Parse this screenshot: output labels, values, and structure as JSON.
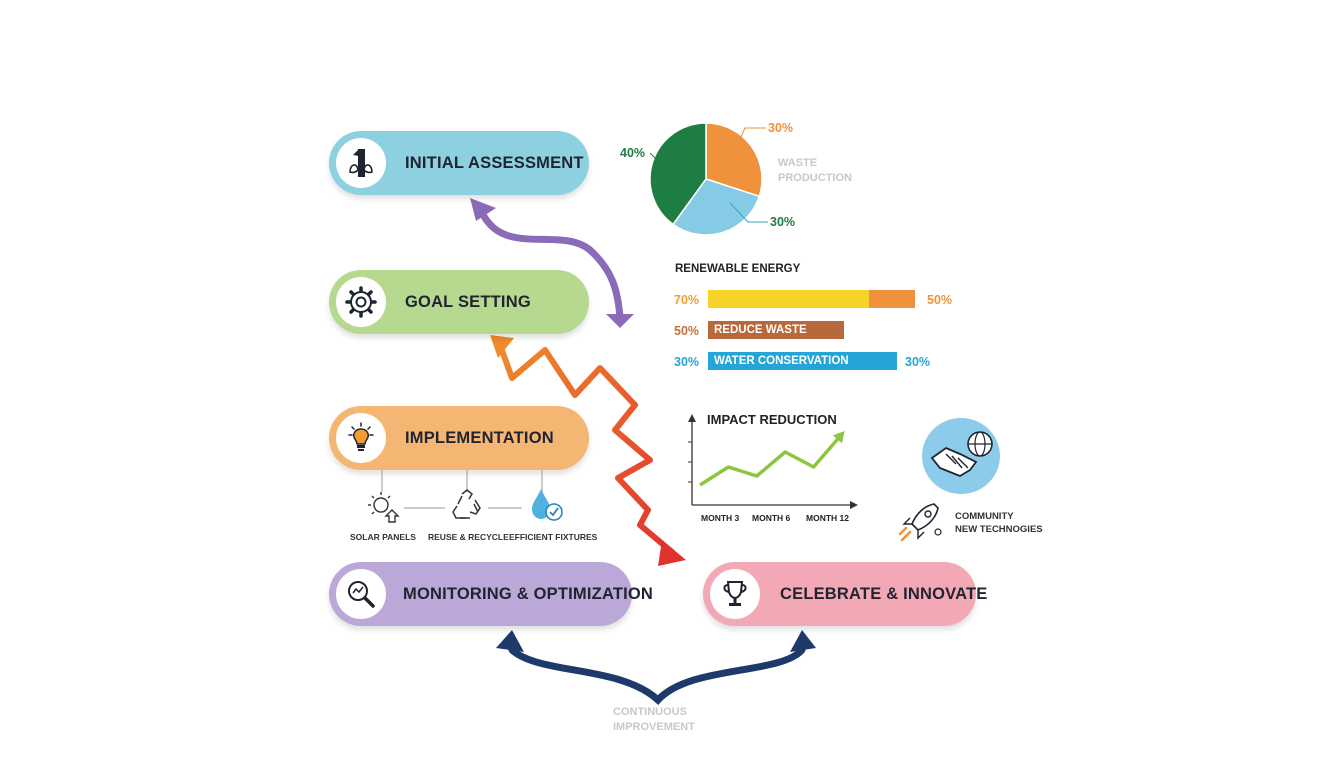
{
  "steps": [
    {
      "label": "INITIAL ASSESSMENT",
      "icon": "number-one-leaf-icon",
      "color": "#8dd0df"
    },
    {
      "label": "GOAL SETTING",
      "icon": "gear-icon",
      "color": "#b6d98f"
    },
    {
      "label": "IMPLEMENTATION",
      "icon": "lightbulb-icon",
      "color": "#f6b673"
    },
    {
      "label": "MONITORING & OPTIMIZATION",
      "icon": "magnifier-chart-icon",
      "color": "#bba8d9"
    },
    {
      "label": "CELEBRATE & INNOVATE",
      "icon": "trophy-icon",
      "color": "#f3a9b5"
    }
  ],
  "implementation_items": [
    {
      "label": "SOLAR PANELS",
      "icon": "sun-upload-icon"
    },
    {
      "label": "REUSE & RECYCLE",
      "icon": "recycle-icon"
    },
    {
      "label": "EFFICIENT FIXTURES",
      "icon": "water-drop-check-icon"
    }
  ],
  "pie": {
    "slices": [
      {
        "value": 30,
        "label": "30%",
        "color": "#f0913b"
      },
      {
        "value": 30,
        "label": "30%",
        "color": "#86cbe6"
      },
      {
        "value": 40,
        "label": "40%",
        "color": "#1e7d43"
      }
    ],
    "caption_line1": "WASTE",
    "caption_line2": "PRODUCTION"
  },
  "bars": {
    "title": "RENEWABLE ENERGY",
    "rows": [
      {
        "left_label": "70%",
        "text": "",
        "right_label": "50%",
        "segments": [
          {
            "value": 70,
            "color": "#f5d327"
          },
          {
            "value": 20,
            "color": "#f0913b"
          }
        ],
        "label_color": "#f0a02f",
        "right_color": "#f0913b"
      },
      {
        "left_label": "50%",
        "text": "REDUCE WASTE",
        "right_label": "",
        "segments": [
          {
            "value": 59,
            "color": "#b7693b"
          }
        ],
        "label_color": "#c2703f",
        "right_color": "#c2703f"
      },
      {
        "left_label": "30%",
        "text": "WATER CONSERVATION",
        "right_label": "30%",
        "segments": [
          {
            "value": 82,
            "color": "#25a4d8"
          }
        ],
        "label_color": "#25a4d8",
        "right_color": "#25a4d8"
      }
    ]
  },
  "impact": {
    "title": "IMPACT REDUCTION",
    "x_labels": [
      "MONTH 3",
      "MONTH 6",
      "MONTH 12"
    ],
    "line_color": "#8cc63f",
    "points": [
      0.15,
      0.45,
      0.3,
      0.7,
      0.45,
      1.0
    ]
  },
  "community": {
    "line1": "COMMUNITY",
    "line2": "NEW TECHNOGIES",
    "handshake_icon": "handshake-globe-icon",
    "rocket_icon": "rocket-icon"
  },
  "bottom_caption": {
    "line1": "CONTINUOUS",
    "line2": "IMPROVEMENT"
  },
  "arrow_colors": {
    "purple": "#8a6bb8",
    "orange_red": "#e8452b",
    "orange": "#f08a2c",
    "navy": "#1e3a6b"
  }
}
